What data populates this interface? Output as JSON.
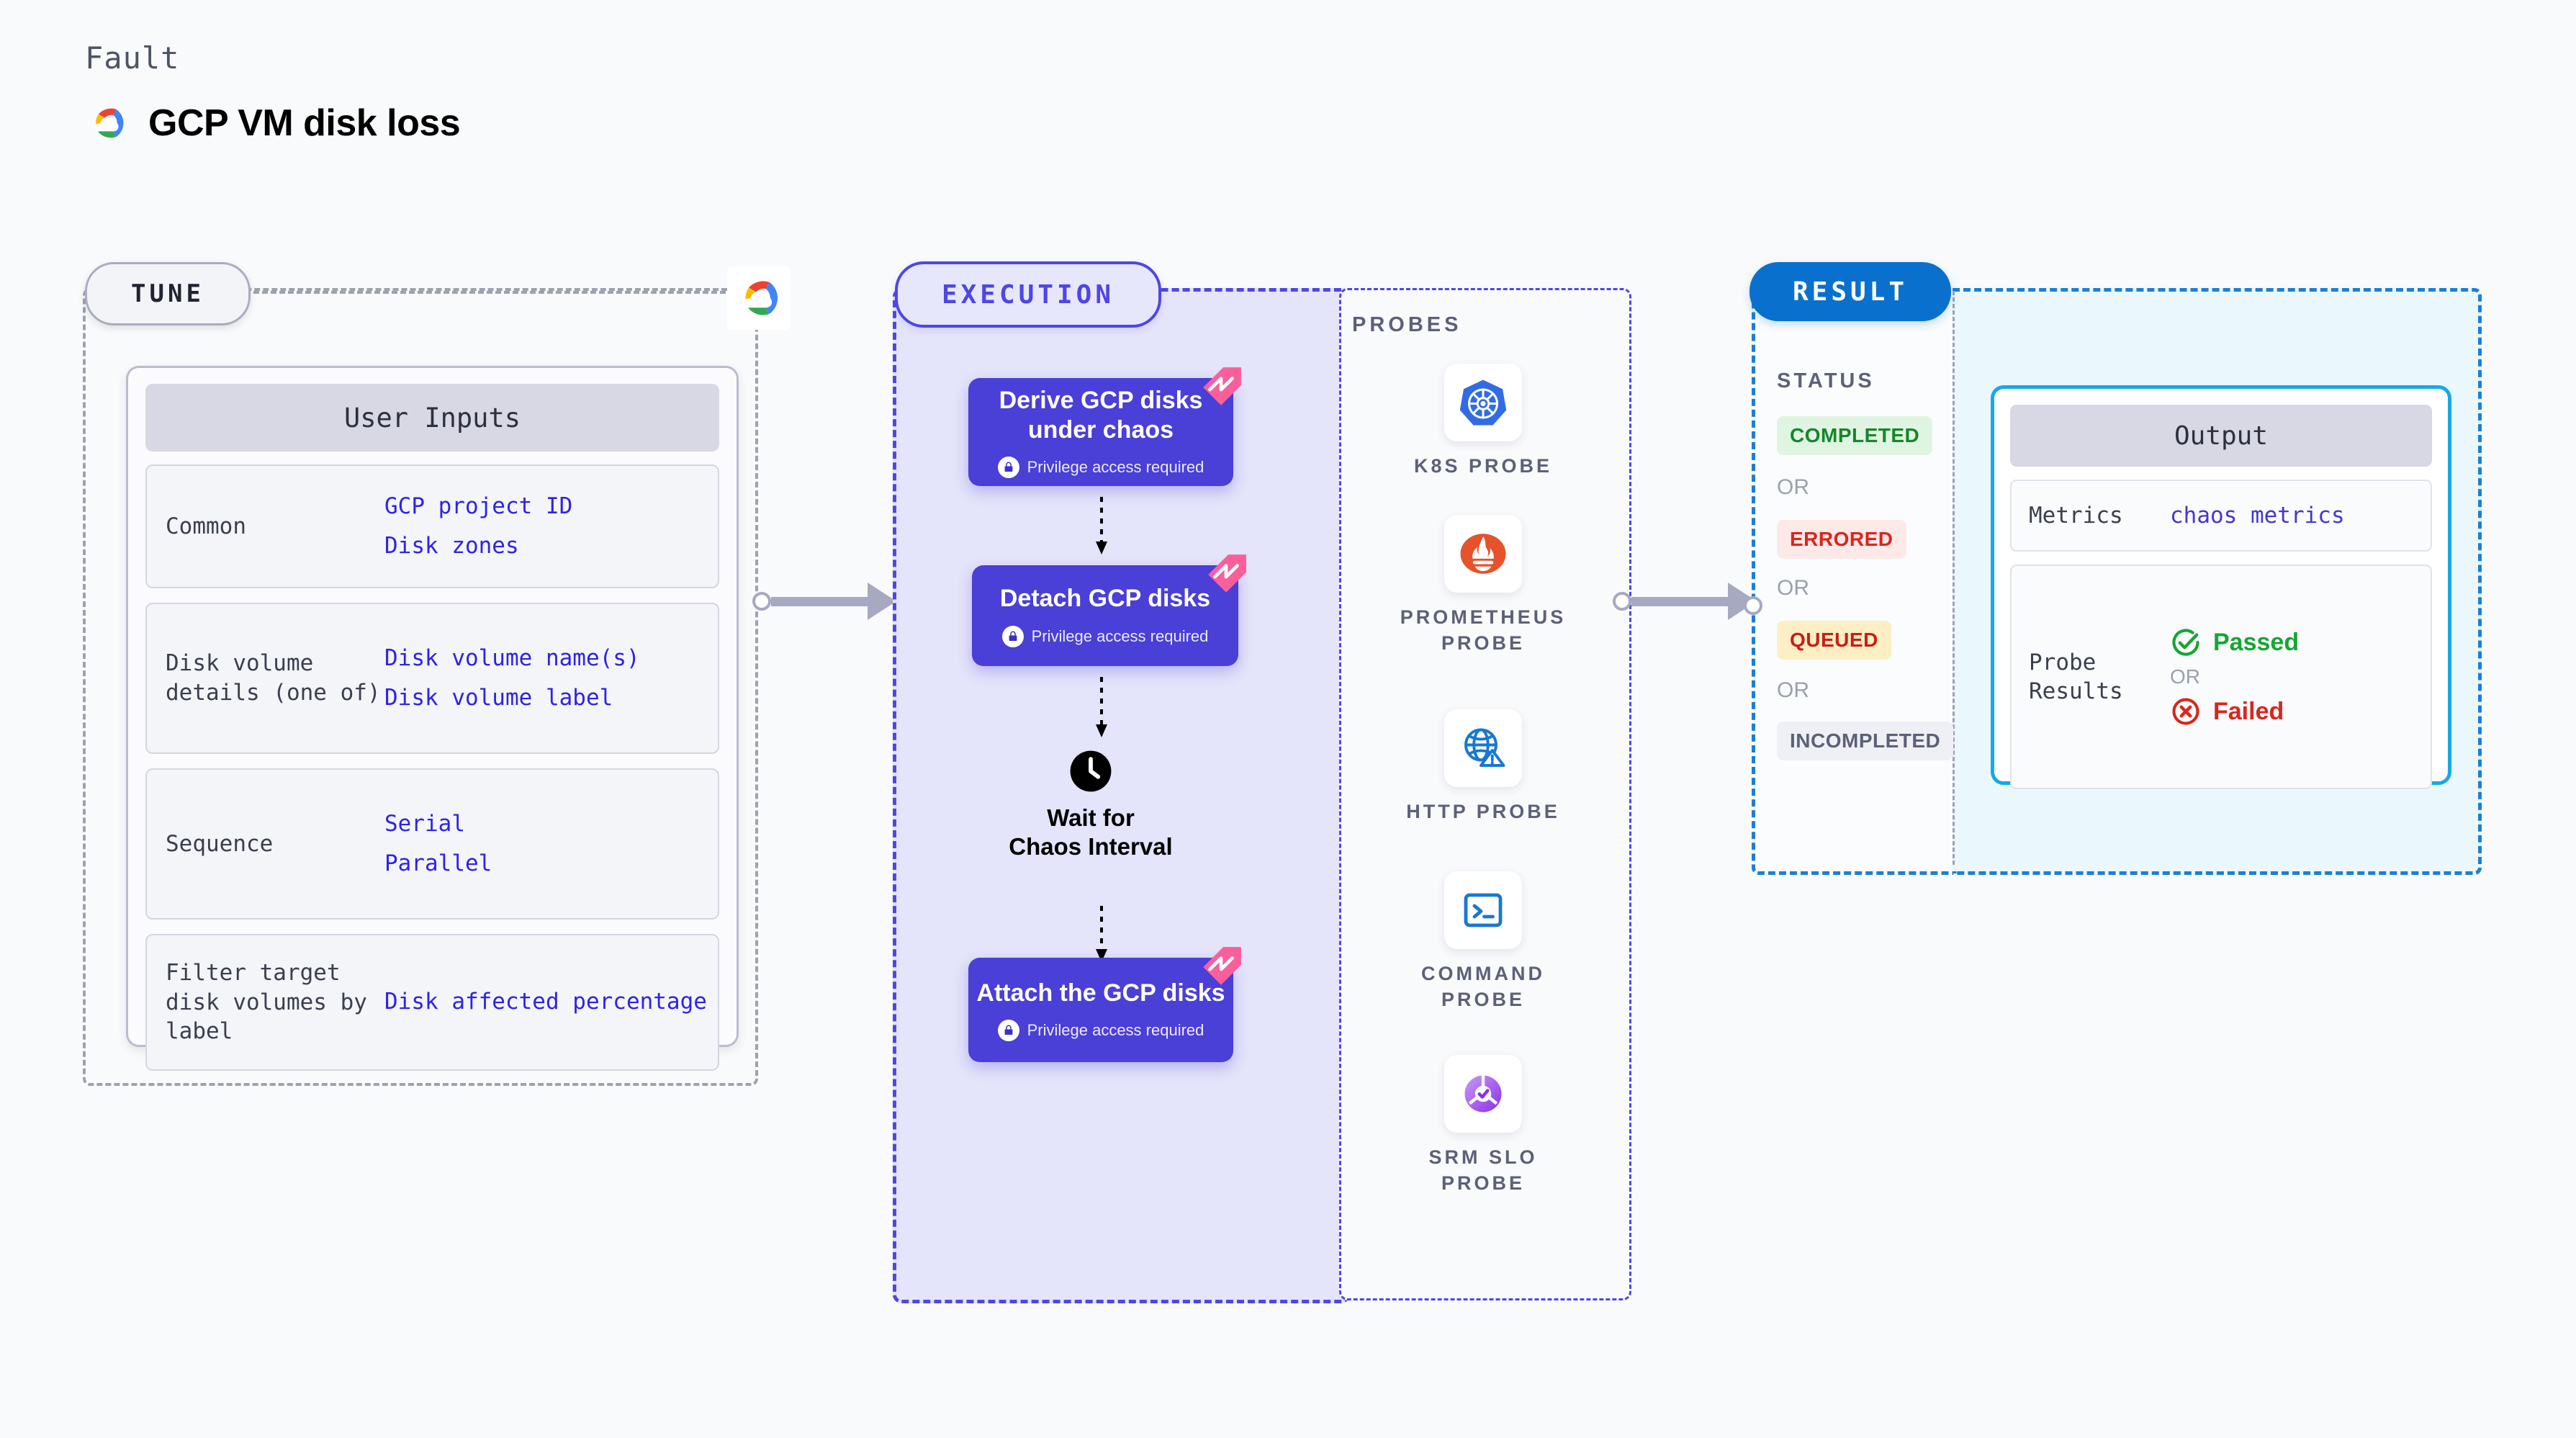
{
  "header": {
    "kicker": "Fault",
    "title": "GCP VM disk loss",
    "logo_icon": "gcp-logo-icon"
  },
  "tune": {
    "pill_label": "TUNE",
    "badge_icon": "gcp-logo-icon",
    "inputs_card": {
      "heading": "User Inputs",
      "rows": [
        {
          "label": "Common",
          "values": [
            "GCP project ID",
            "Disk zones"
          ]
        },
        {
          "label": "Disk volume details (one of)",
          "values": [
            "Disk volume name(s)",
            "Disk volume label"
          ]
        },
        {
          "label": "Sequence",
          "values": [
            "Serial",
            "Parallel"
          ]
        },
        {
          "label": "Filter target disk volumes by label",
          "values": [
            "Disk affected percentage"
          ]
        }
      ]
    }
  },
  "execution": {
    "pill_label": "EXECUTION",
    "privilege_note": "Privilege access required",
    "lock_icon": "lock-icon",
    "flag_icon": "litmus-flag-icon",
    "steps": [
      {
        "title": "Derive GCP disks under chaos",
        "privileged": true
      },
      {
        "title": "Detach GCP disks",
        "privileged": true
      },
      {
        "title": "Attach the GCP disks",
        "privileged": true
      }
    ],
    "wait_node": {
      "label": "Wait for Chaos Interval",
      "icon": "clock-icon"
    }
  },
  "probes": {
    "title": "PROBES",
    "items": [
      {
        "label": "K8S PROBE",
        "icon": "kubernetes-icon"
      },
      {
        "label": "PROMETHEUS PROBE",
        "icon": "prometheus-icon"
      },
      {
        "label": "HTTP PROBE",
        "icon": "http-globe-icon"
      },
      {
        "label": "COMMAND PROBE",
        "icon": "terminal-icon"
      },
      {
        "label": "SRM SLO PROBE",
        "icon": "srm-slo-icon"
      }
    ]
  },
  "result": {
    "pill_label": "RESULT",
    "status_title": "STATUS",
    "or_label": "OR",
    "statuses": [
      {
        "label": "COMPLETED",
        "bg": "#dff5e1",
        "fg": "#16862a"
      },
      {
        "label": "ERRORED",
        "bg": "#fde9e8",
        "fg": "#d9261c"
      },
      {
        "label": "QUEUED",
        "bg": "#fdeec4",
        "fg": "#c61f17"
      },
      {
        "label": "INCOMPLETED",
        "bg": "#eef0f5",
        "fg": "#5b6177"
      }
    ],
    "output": {
      "heading": "Output",
      "metrics_label": "Metrics",
      "metrics_value": "chaos metrics",
      "probe_results_label": "Probe Results",
      "passed_label": "Passed",
      "failed_label": "Failed",
      "or_label": "OR",
      "passed_icon": "check-circle-icon",
      "failed_icon": "x-circle-icon"
    }
  },
  "colors": {
    "indigo": "#4f46e5",
    "step_card": "#4a3fd6",
    "result_blue": "#1c7fd6",
    "output_border": "#16a9e8",
    "connector": "#a6a9bf",
    "flag_pink": "#fb5f9b"
  }
}
